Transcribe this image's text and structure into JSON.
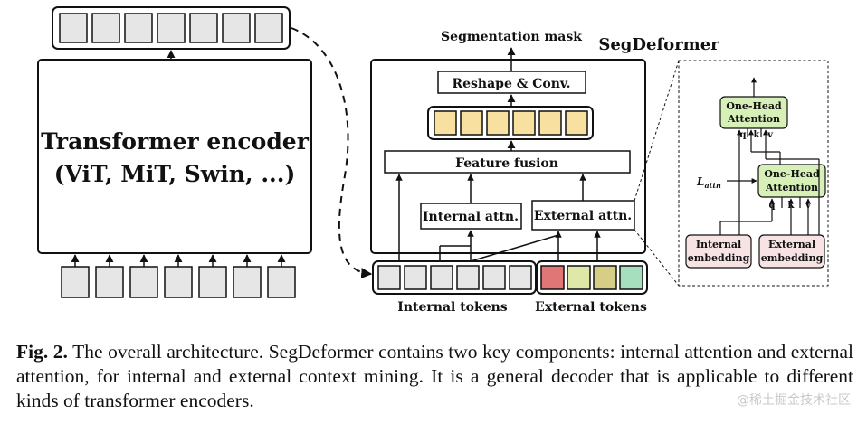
{
  "encoder": {
    "title": "Transformer encoder",
    "subtitle": "(ViT, MiT, Swin, ...)"
  },
  "decoder": {
    "name": "SegDeformer",
    "output_label": "Segmentation mask",
    "reshape_label": "Reshape & Conv.",
    "fusion_label": "Feature fusion",
    "internal_attn_label": "Internal attn.",
    "external_attn_label": "External attn.",
    "internal_tokens_label": "Internal tokens",
    "external_tokens_label": "External tokens"
  },
  "detail": {
    "attn_top_line1": "One-Head",
    "attn_top_line2": "Attention",
    "attn_bottom_line1": "One-Head",
    "attn_bottom_line2": "Attention",
    "q": "q",
    "k": "k",
    "v": "v",
    "loss_main": "L",
    "loss_sub": "attn",
    "internal_emb_line1": "Internal",
    "internal_emb_line2": "embedding",
    "external_emb_line1": "External",
    "external_emb_line2": "embedding"
  },
  "colors": {
    "token_gray": "#e6e6e6",
    "token_yellow": "#f7e0a0",
    "ext_token_red": "#e07676",
    "ext_token_lightgreen": "#dfe8a6",
    "ext_token_olive": "#d6cd86",
    "ext_token_mint": "#a6dfbd",
    "attention_green": "#d7f0b7",
    "embedding_pink": "#f7e3e3"
  },
  "caption": {
    "fig_label": "Fig. 2.",
    "text": " The overall architecture. SegDeformer contains two key components: internal attention and external attention, for internal and external context mining. It is a general decoder that is applicable to different kinds of transformer encoders."
  },
  "watermark": "@稀土掘金技术社区"
}
